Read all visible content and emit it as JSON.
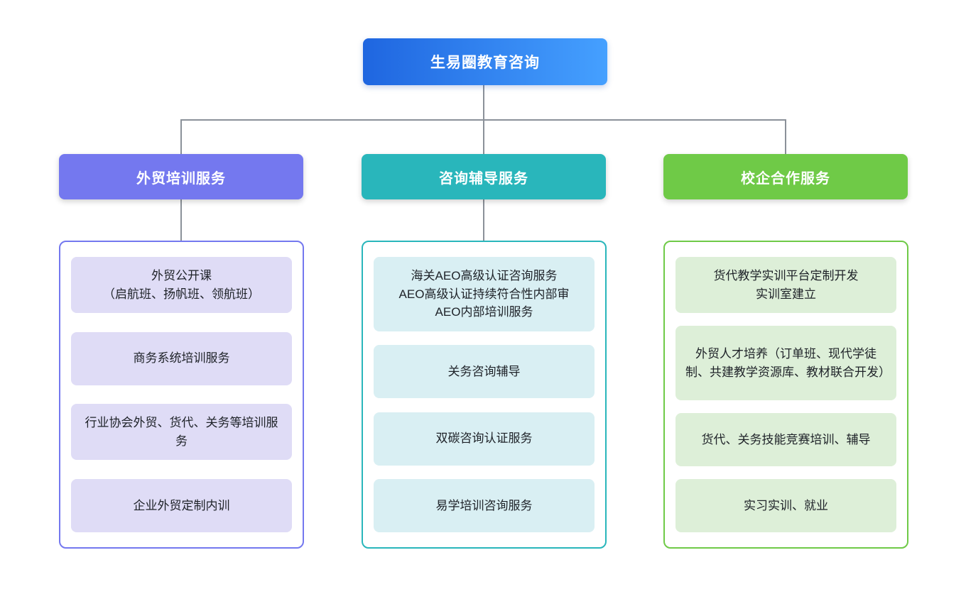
{
  "root": {
    "label": "生易圈教育咨询"
  },
  "branches": [
    {
      "label": "外贸培训服务",
      "items": [
        "外贸公开课\n（启航班、扬帆班、领航班）",
        "商务系统培训服务",
        "行业协会外贸、货代、关务等培训服务",
        "企业外贸定制内训"
      ]
    },
    {
      "label": "咨询辅导服务",
      "items": [
        "海关AEO高级认证咨询服务\nAEO高级认证持续符合性内部审\nAEO内部培训服务",
        "关务咨询辅导",
        "双碳咨询认证服务",
        "易学培训咨询服务"
      ]
    },
    {
      "label": "校企合作服务",
      "items": [
        "货代教学实训平台定制开发\n实训室建立",
        "外贸人才培养（订单班、现代学徒制、共建教学资源库、教材联合开发）",
        "货代、关务技能竞赛培训、辅导",
        "实习实训、就业"
      ]
    }
  ],
  "colors": {
    "root-start": "#1f66e0",
    "root-end": "#45a0ff",
    "branch0": "#7478ef",
    "branch0-light": "#dfdcf6",
    "branch1": "#29b6bb",
    "branch1-light": "#d9eff3",
    "branch2": "#6fca47",
    "branch2-light": "#ddefd8",
    "connector": "#8b9199",
    "text": "#1e2228"
  }
}
